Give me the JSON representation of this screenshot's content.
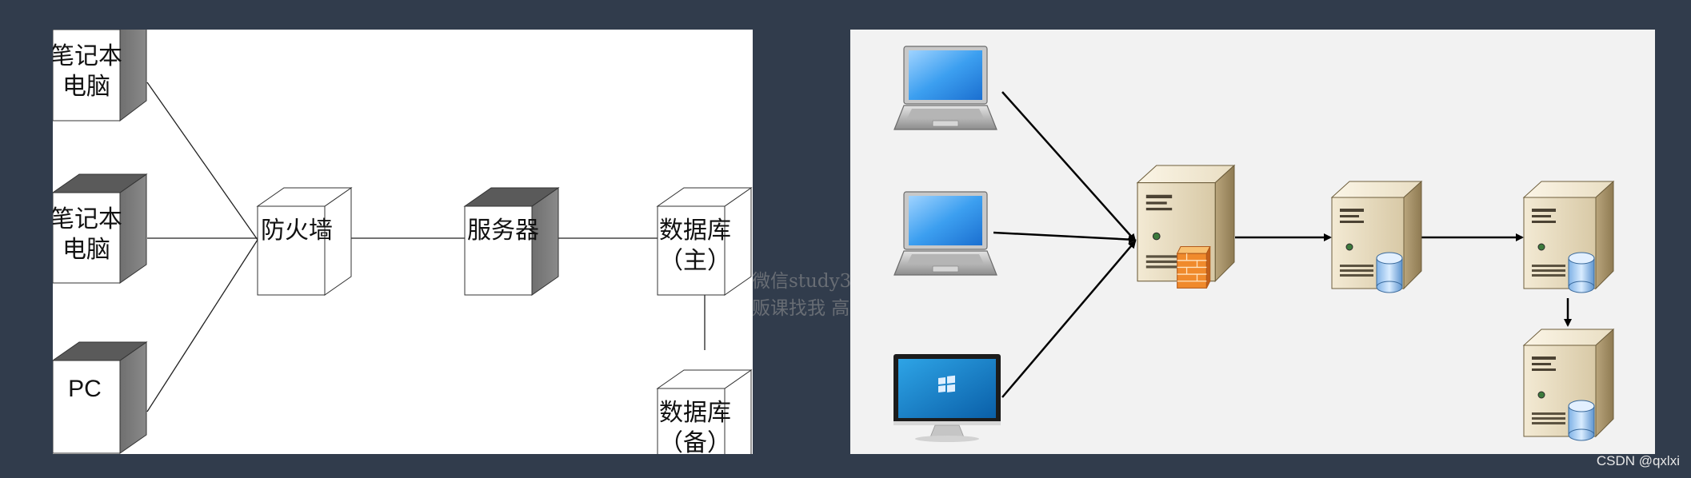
{
  "left_diagram": {
    "nodes": [
      {
        "id": "laptop1",
        "lines": [
          "笔记本",
          "电脑"
        ]
      },
      {
        "id": "laptop2",
        "lines": [
          "笔记本",
          "电脑"
        ]
      },
      {
        "id": "pc",
        "lines": [
          "PC"
        ]
      },
      {
        "id": "firewall",
        "lines": [
          "防火墙"
        ]
      },
      {
        "id": "server",
        "lines": [
          "服务器"
        ]
      },
      {
        "id": "db_primary",
        "lines": [
          "数据库",
          "（主）"
        ]
      },
      {
        "id": "db_backup",
        "lines": [
          "数据库",
          "（备）"
        ]
      }
    ],
    "edges": [
      [
        "laptop1",
        "firewall"
      ],
      [
        "laptop2",
        "firewall"
      ],
      [
        "pc",
        "firewall"
      ],
      [
        "firewall",
        "server"
      ],
      [
        "server",
        "db_primary"
      ],
      [
        "db_primary",
        "db_backup"
      ]
    ]
  },
  "right_diagram": {
    "nodes": [
      "laptop-top-icon",
      "laptop-mid-icon",
      "monitor-icon",
      "firewall-server-icon",
      "db-server-1-icon",
      "db-server-2-icon",
      "db-server-3-icon"
    ],
    "edges": [
      [
        "laptop-top-icon",
        "firewall-server-icon"
      ],
      [
        "laptop-mid-icon",
        "firewall-server-icon"
      ],
      [
        "monitor-icon",
        "firewall-server-icon"
      ],
      [
        "firewall-server-icon",
        "db-server-1-icon"
      ],
      [
        "db-server-1-icon",
        "db-server-2-icon"
      ],
      [
        "db-server-2-icon",
        "db-server-3-icon"
      ]
    ]
  },
  "watermark": {
    "line1": "微信study3",
    "line2": "贩课找我 高"
  },
  "credit": "CSDN @qxlxi"
}
